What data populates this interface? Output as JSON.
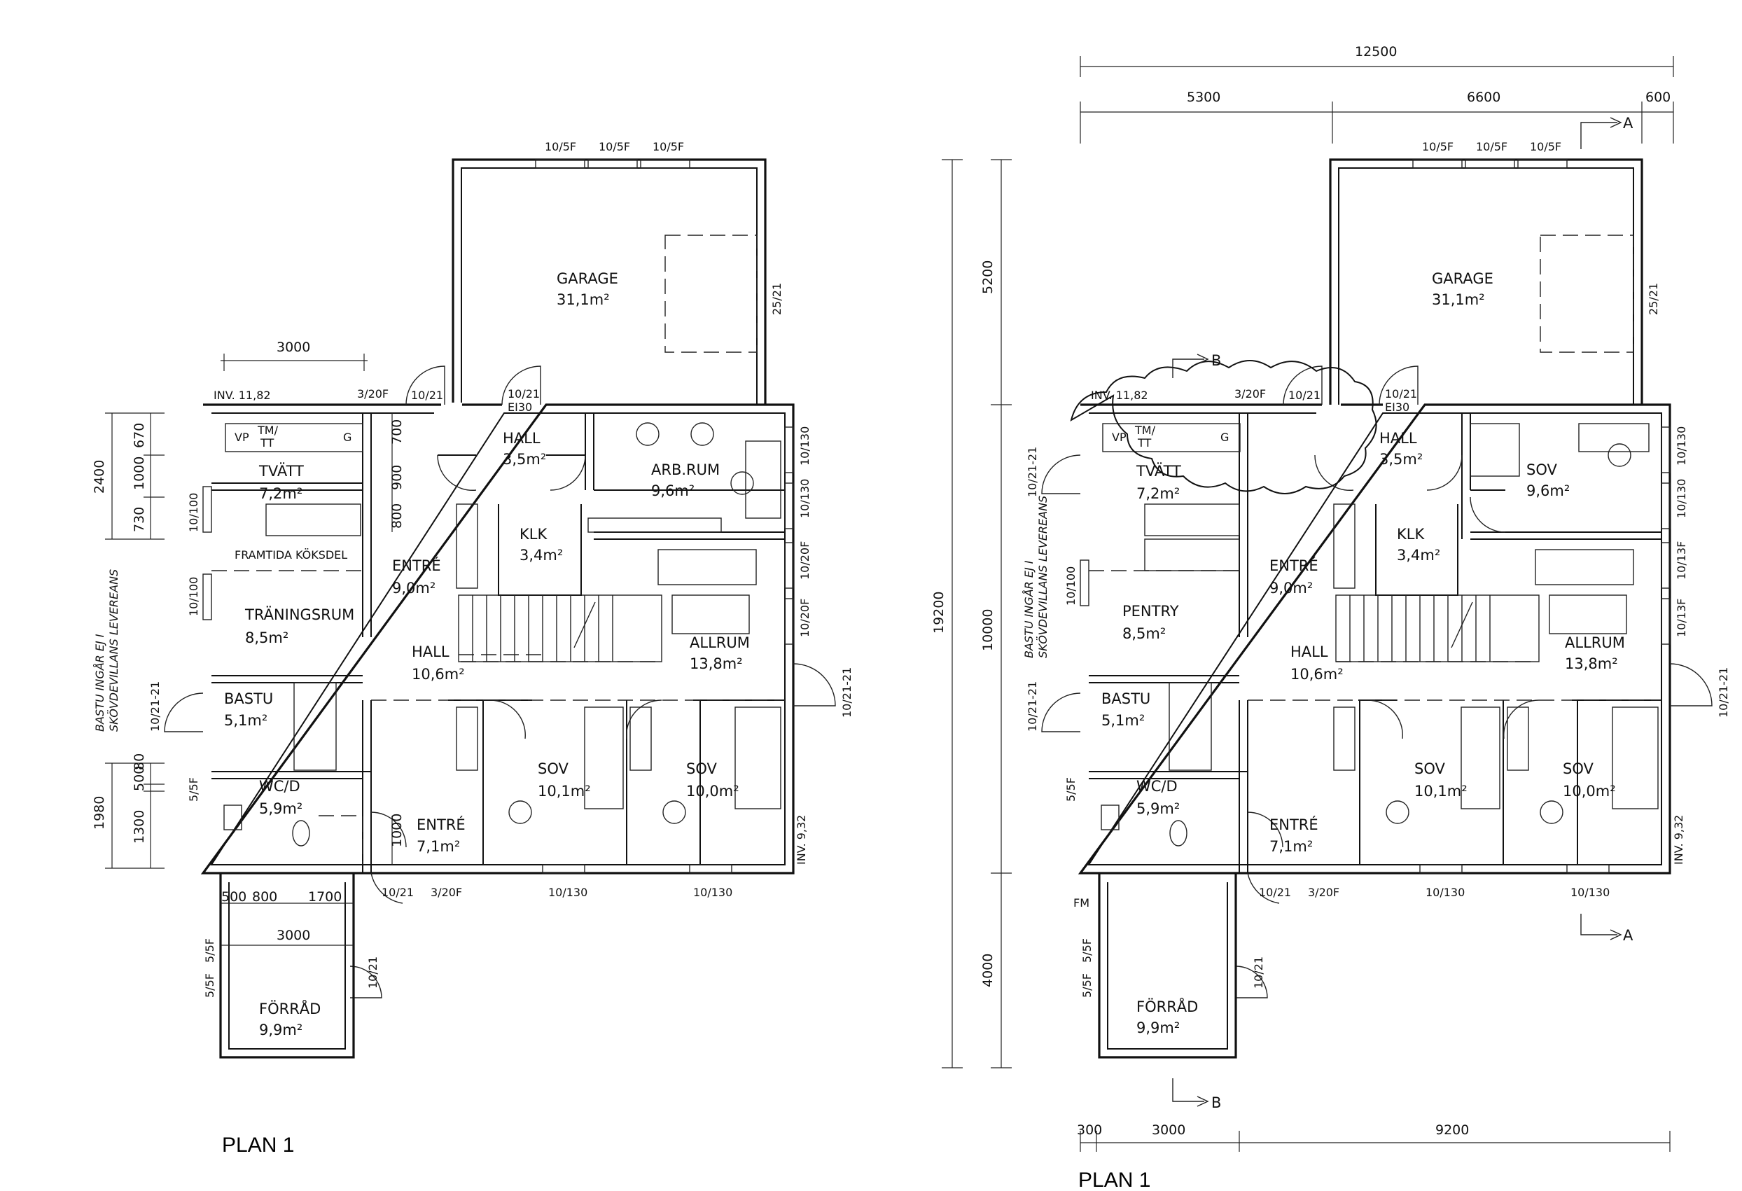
{
  "plans": [
    {
      "title": "PLAN 1",
      "rooms": [
        {
          "name": "GARAGE",
          "area": "31,1m²"
        },
        {
          "name": "HALL",
          "area": "3,5m²"
        },
        {
          "name": "ARB.RUM",
          "area": "9,6m²"
        },
        {
          "name": "TVÄTT",
          "area": "7,2m²"
        },
        {
          "name": "KLK",
          "area": "3,4m²"
        },
        {
          "name": "ENTRÉ",
          "area": "9,0m²"
        },
        {
          "name": "TRÄNINGSRUM",
          "area": "8,5m²"
        },
        {
          "name": "HALL",
          "area": "10,6m²"
        },
        {
          "name": "ALLRUM",
          "area": "13,8m²"
        },
        {
          "name": "BASTU",
          "area": "5,1m²"
        },
        {
          "name": "WC/D",
          "area": "5,9m²"
        },
        {
          "name": "ENTRÉ",
          "area": "7,1m²"
        },
        {
          "name": "SOV",
          "area": "10,1m²"
        },
        {
          "name": "SOV",
          "area": "10,0m²"
        },
        {
          "name": "FÖRRÅD",
          "area": "9,9m²"
        }
      ],
      "labels": {
        "framtida": "FRAMTIDA KÖKSDEL",
        "inv_top": "INV. 11,82",
        "inv_bottom": "INV. 9,32",
        "vp": "VP",
        "tm": "TM/",
        "tt": "TT",
        "g": "G",
        "w_garage_1": "10/5F",
        "w_garage_2": "10/5F",
        "w_garage_3": "10/5F",
        "door_garage": "25/21",
        "d1021a": "10/21",
        "d1021b": "10/21",
        "ei30": "EI30",
        "d320f_top": "3/20F",
        "w10130a": "10/130",
        "w10130b": "10/130",
        "w1020f_a": "10/20F",
        "w1020f_b": "10/20F",
        "d10_21_21_r": "10/21-21",
        "d10_21_21_l": "10/21-21",
        "w10100_a": "10/100",
        "w10100_b": "10/100",
        "w55f": "5/5F",
        "d1021_bot": "10/21",
        "d320f_bot": "3/20F",
        "w10130_bot_a": "10/130",
        "w10130_bot_b": "10/130",
        "w55f_a": "5/5F",
        "w55f_b": "5/5F",
        "d1021_forrad": "10/21"
      },
      "dimensions": {
        "top": "3000",
        "h2400": "2400",
        "h670": "670",
        "h1000": "1000",
        "h730": "730",
        "h1980": "1980",
        "h500": "500",
        "h80": "80",
        "h1300": "1300",
        "b500": "500",
        "b800": "800",
        "b1700": "1700",
        "b3000": "3000",
        "r700": "700",
        "r900": "900",
        "r800": "800",
        "r1000": "1000"
      },
      "sauna_note": [
        "BASTU INGÅR EJ I",
        "SKÖVDEVILLANS LEVEREANS"
      ]
    },
    {
      "title": "PLAN 1",
      "rooms": [
        {
          "name": "GARAGE",
          "area": "31,1m²"
        },
        {
          "name": "HALL",
          "area": "3,5m²"
        },
        {
          "name": "SOV",
          "area": "9,6m²"
        },
        {
          "name": "TVÄTT",
          "area": "7,2m²"
        },
        {
          "name": "KLK",
          "area": "3,4m²"
        },
        {
          "name": "ENTRÉ",
          "area": "9,0m²"
        },
        {
          "name": "PENTRY",
          "area": "8,5m²"
        },
        {
          "name": "HALL",
          "area": "10,6m²"
        },
        {
          "name": "ALLRUM",
          "area": "13,8m²"
        },
        {
          "name": "BASTU",
          "area": "5,1m²"
        },
        {
          "name": "WC/D",
          "area": "5,9m²"
        },
        {
          "name": "ENTRÉ",
          "area": "7,1m²"
        },
        {
          "name": "SOV",
          "area": "10,1m²"
        },
        {
          "name": "SOV",
          "area": "10,0m²"
        },
        {
          "name": "FÖRRÅD",
          "area": "9,9m²"
        }
      ],
      "labels": {
        "inv_top": "INV. 11,82",
        "inv_bottom": "INV. 9,32",
        "vp": "VP",
        "tm": "TM/",
        "tt": "TT",
        "g": "G",
        "fm": "FM",
        "w_garage_1": "10/5F",
        "w_garage_2": "10/5F",
        "w_garage_3": "10/5F",
        "door_garage": "25/21",
        "d1021a": "10/21",
        "d1021b": "10/21",
        "ei30": "EI30",
        "d320f_top": "3/20F",
        "w10130a": "10/130",
        "w10130b": "10/130",
        "w1013f_a": "10/13F",
        "w1013f_b": "10/13F",
        "d10_21_21_r": "10/21-21",
        "d10_21_21_l1": "10/21-21",
        "d10_21_21_l2": "10/21-21",
        "w10100": "10/100",
        "w55f": "5/5F",
        "d1021_bot": "10/21",
        "d320f_bot": "3/20F",
        "w10130_bot_a": "10/130",
        "w10130_bot_b": "10/130",
        "w55f_a": "5/5F",
        "w55f_b": "5/5F",
        "d1021_forrad": "10/21",
        "sec_a": "A",
        "sec_b": "B"
      },
      "dimensions": {
        "top_total": "12500",
        "top_5300": "5300",
        "top_6600": "6600",
        "top_600": "600",
        "left_19200": "19200",
        "left_5200": "5200",
        "left_10000": "10000",
        "left_4000": "4000",
        "bot_300": "300",
        "bot_3000": "3000",
        "bot_9200": "9200"
      },
      "sauna_note": [
        "BASTU INGÅR EJ I",
        "SKÖVDEVILLANS LEVEREANS"
      ]
    }
  ]
}
